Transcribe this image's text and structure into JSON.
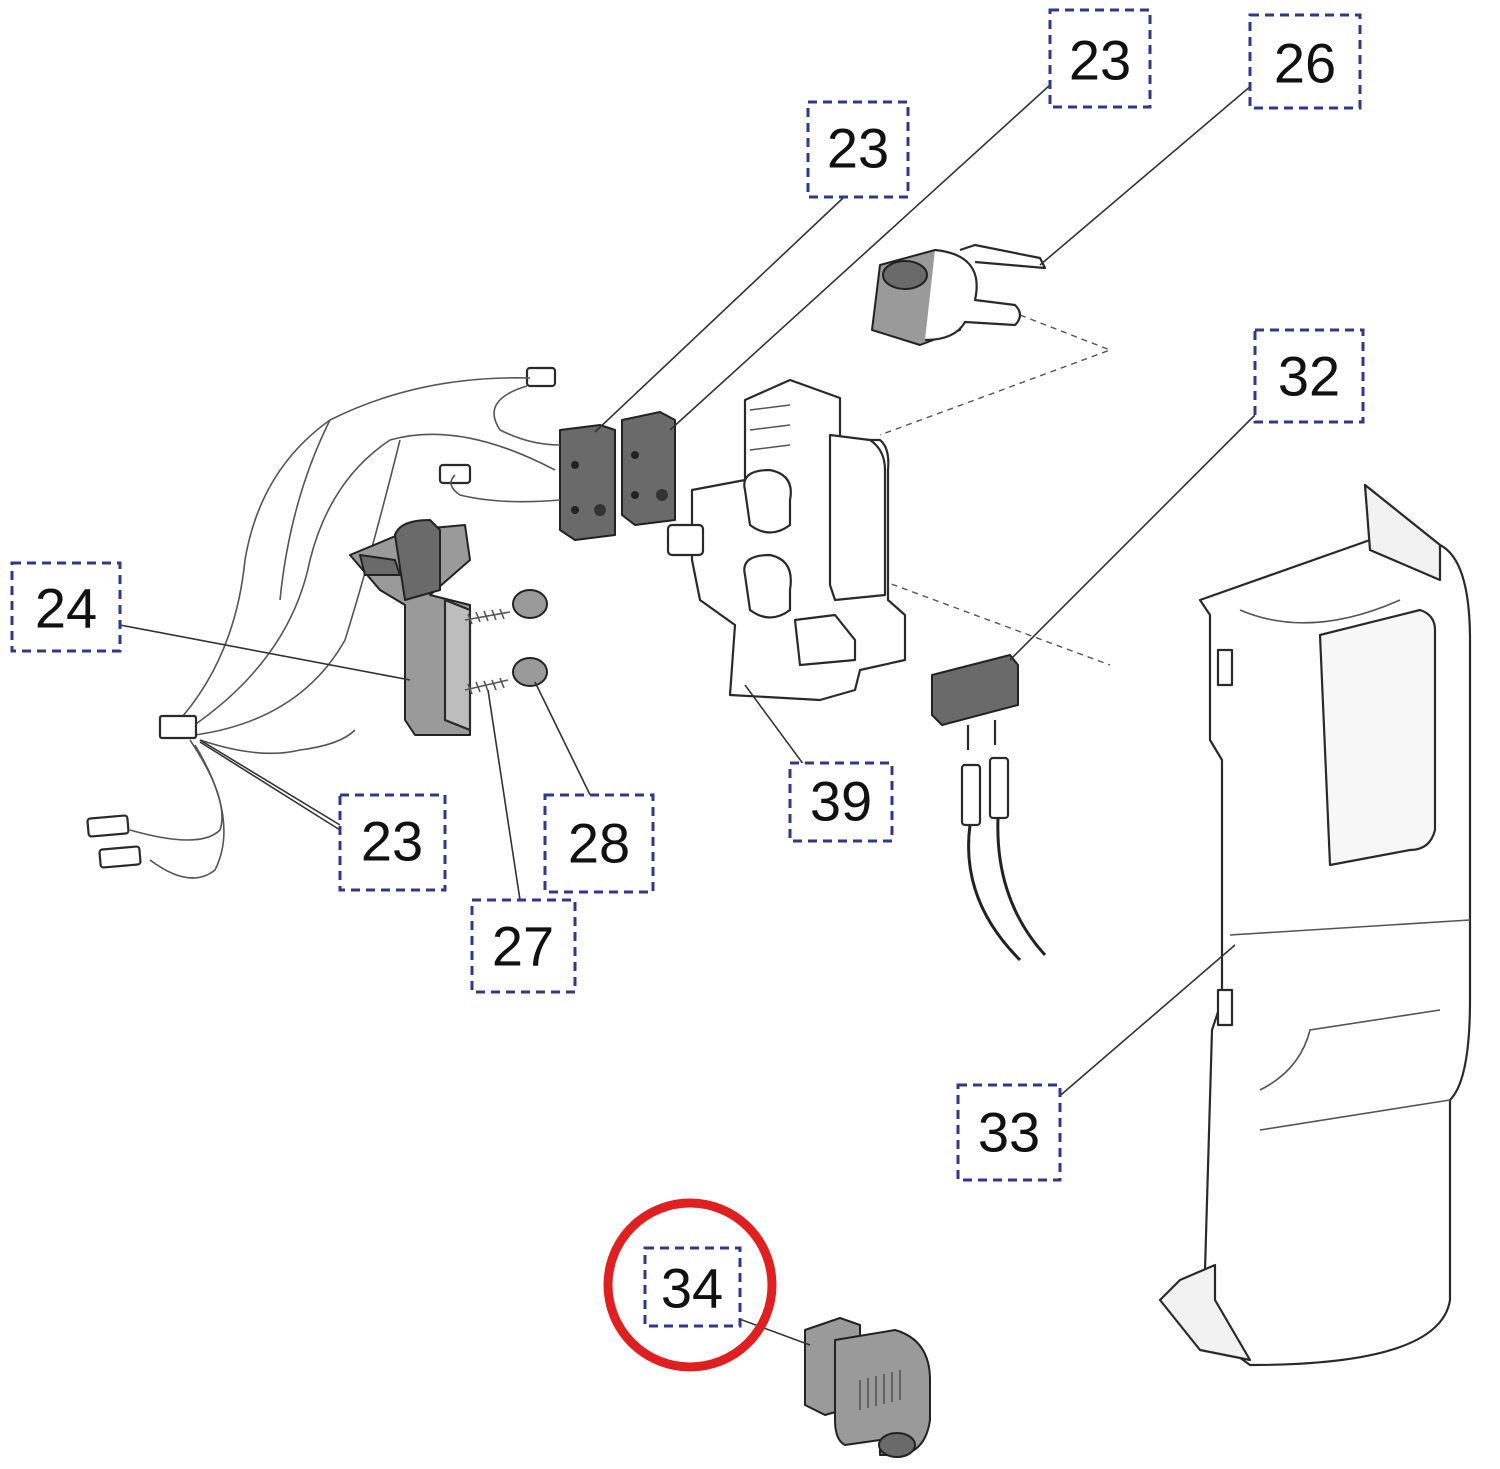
{
  "callouts": [
    {
      "id": "c23-top-right",
      "label": "23"
    },
    {
      "id": "c26",
      "label": "26"
    },
    {
      "id": "c23-top",
      "label": "23"
    },
    {
      "id": "c32",
      "label": "32"
    },
    {
      "id": "c24",
      "label": "24"
    },
    {
      "id": "c39",
      "label": "39"
    },
    {
      "id": "c23-bottom",
      "label": "23"
    },
    {
      "id": "c28",
      "label": "28"
    },
    {
      "id": "c27",
      "label": "27"
    },
    {
      "id": "c33",
      "label": "33"
    },
    {
      "id": "c34",
      "label": "34"
    }
  ],
  "highlight": {
    "target": "34",
    "color": "#e02020"
  }
}
